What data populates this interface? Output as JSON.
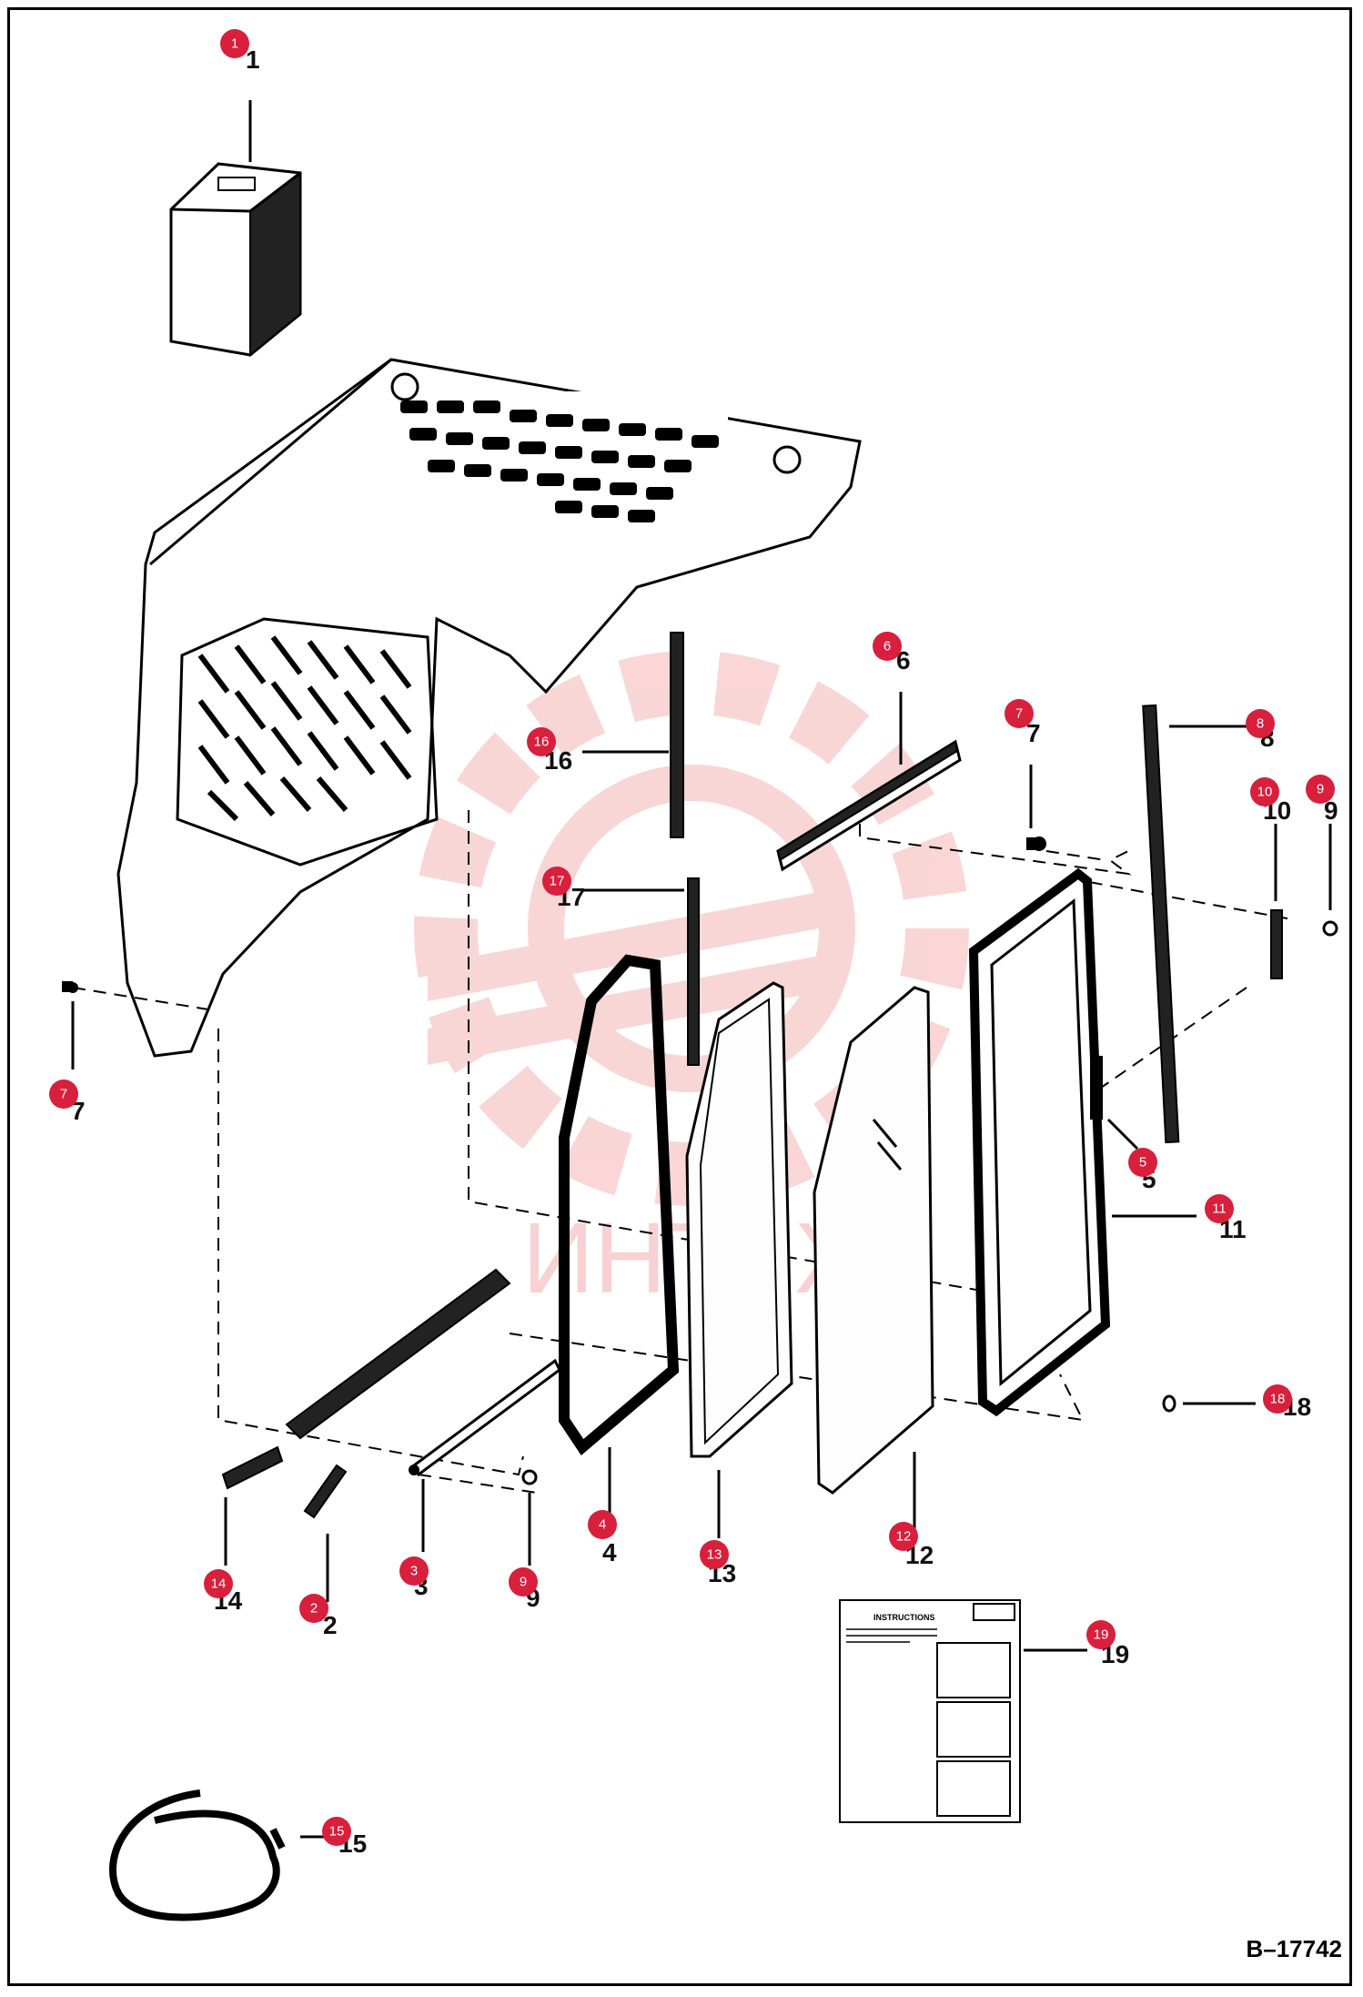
{
  "drawing_id": "B–17742",
  "watermark": {
    "text": "ИНТЕХ",
    "color": "#f5b5b5"
  },
  "callouts": [
    {
      "id": "c1",
      "num": "1",
      "badge": "1"
    },
    {
      "id": "c2",
      "num": "2",
      "badge": "2"
    },
    {
      "id": "c3",
      "num": "3",
      "badge": "3"
    },
    {
      "id": "c4",
      "num": "4",
      "badge": "4"
    },
    {
      "id": "c5",
      "num": "5",
      "badge": "5"
    },
    {
      "id": "c6",
      "num": "6",
      "badge": "6"
    },
    {
      "id": "c7a",
      "num": "7",
      "badge": "7"
    },
    {
      "id": "c7b",
      "num": "7",
      "badge": "7"
    },
    {
      "id": "c8",
      "num": "8",
      "badge": "8"
    },
    {
      "id": "c9a",
      "num": "9",
      "badge": "9"
    },
    {
      "id": "c9b",
      "num": "9",
      "badge": "9"
    },
    {
      "id": "c10",
      "num": "10",
      "badge": "10"
    },
    {
      "id": "c11",
      "num": "11",
      "badge": "11"
    },
    {
      "id": "c12",
      "num": "12",
      "badge": "12"
    },
    {
      "id": "c13",
      "num": "13",
      "badge": "13"
    },
    {
      "id": "c14",
      "num": "14",
      "badge": "14"
    },
    {
      "id": "c15",
      "num": "15",
      "badge": "15"
    },
    {
      "id": "c16",
      "num": "16",
      "badge": "16"
    },
    {
      "id": "c17",
      "num": "17",
      "badge": "17"
    },
    {
      "id": "c18",
      "num": "18",
      "badge": "18"
    },
    {
      "id": "c19",
      "num": "19",
      "badge": "19"
    }
  ],
  "instruction_sheet": {
    "heading": "INSTRUCTIONS"
  },
  "colors": {
    "badge": "#d81f3c",
    "ink": "#000000"
  }
}
